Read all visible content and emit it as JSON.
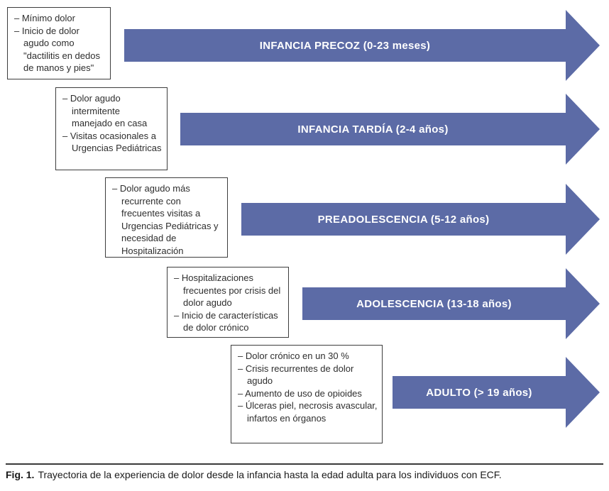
{
  "figure": {
    "stages": [
      {
        "box_lines": [
          "– Mínimo dolor",
          "– Inicio de dolor agudo como \"dactilitis en dedos de manos y pies\""
        ],
        "arrow_label": "INFANCIA PRECOZ (0-23 meses)"
      },
      {
        "box_lines": [
          "– Dolor agudo intermitente manejado en casa",
          "– Visitas ocasionales a Urgencias Pediátricas"
        ],
        "arrow_label": "INFANCIA TARDÍA (2-4 años)"
      },
      {
        "box_lines": [
          "– Dolor agudo más recurrente con frecuentes visitas a Urgencias Pediátricas y necesidad de Hospitalización"
        ],
        "arrow_label": "PREADOLESCENCIA (5-12 años)"
      },
      {
        "box_lines": [
          "– Hospitalizaciones frecuentes por crisis del dolor agudo",
          "– Inicio de características de dolor crónico"
        ],
        "arrow_label": "ADOLESCENCIA (13-18 años)"
      },
      {
        "box_lines": [
          "– Dolor crónico en un 30 %",
          "– Crisis recurrentes de dolor agudo",
          "– Aumento de uso de opioides",
          "– Úlceras piel, necrosis avascular, infartos en órganos"
        ],
        "arrow_label": "ADULTO (> 19 años)"
      }
    ],
    "caption": {
      "label": "Fig. 1.",
      "text": "Trayectoria de la experiencia de dolor desde la infancia hasta la edad adulta para los individuos con ECF."
    },
    "colors": {
      "arrow_fill": "#5C6BA6",
      "arrow_text": "#FFFFFF",
      "box_border": "#3D3D3D",
      "box_text": "#2E2E2E",
      "caption_text": "#1A1A1A"
    }
  }
}
